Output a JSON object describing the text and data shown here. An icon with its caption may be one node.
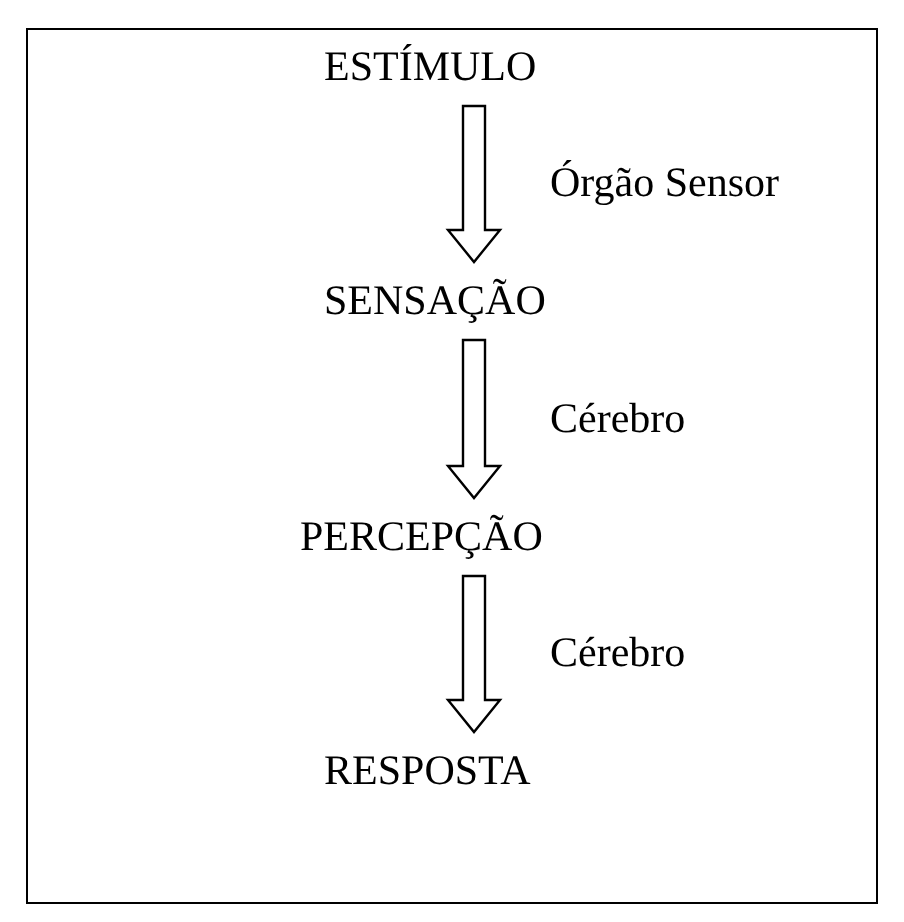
{
  "diagram": {
    "nodes": [
      {
        "text": [
          "ESTÍMULO"
        ]
      },
      {
        "text": [
          "SENSAÇÃO"
        ]
      },
      {
        "text": [
          "PERCEPÇÃO"
        ]
      },
      {
        "text": [
          "RESPOSTA"
        ]
      }
    ],
    "edges": [
      {
        "from": 0,
        "to": 1,
        "arrow": "to",
        "label": "Órgão Sensor"
      },
      {
        "from": 1,
        "to": 2,
        "arrow": "to",
        "label": "Cérebro"
      },
      {
        "from": 2,
        "to": 3,
        "arrow": "to",
        "label": "Cérebro"
      }
    ]
  }
}
